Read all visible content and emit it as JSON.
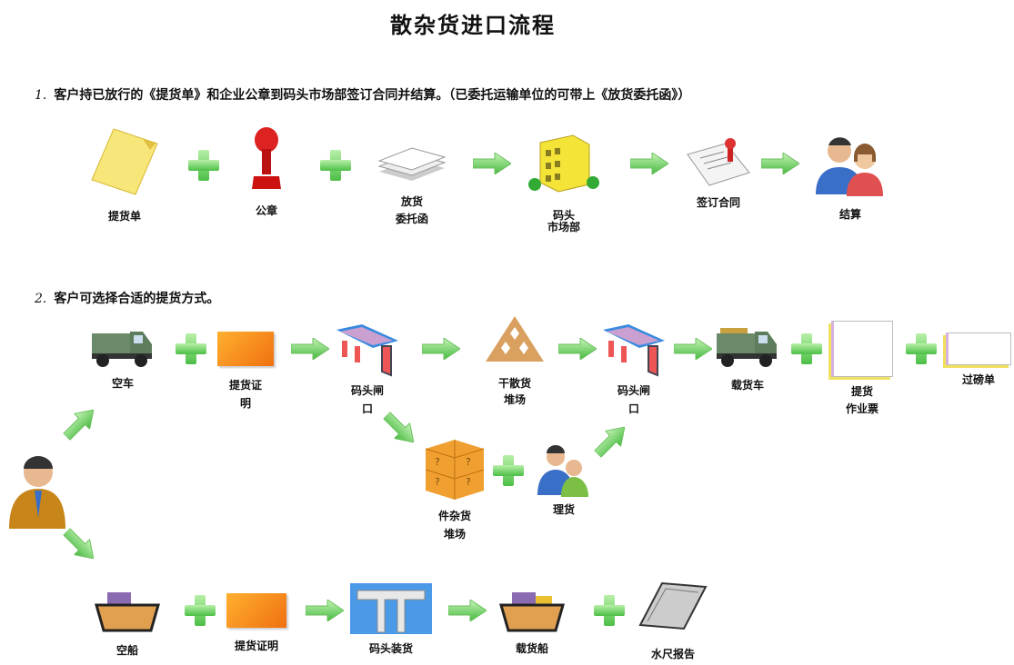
{
  "title": "散杂货进口流程",
  "step1": {
    "num": "1.",
    "text": "客户持已放行的《提货单》和企业公章到码头市场部签订合同并结算。（已委托运输单位的可带上《放货委托函》）"
  },
  "step2": {
    "num": "2.",
    "text": "客户可选择合适的提货方式。"
  },
  "row1": {
    "bill": "提货单",
    "seal": "公章",
    "entrust": [
      "放货",
      "委托函"
    ],
    "market": [
      "码头",
      "市场部"
    ],
    "contract": "签订合同",
    "settle": "结算"
  },
  "truck_route": {
    "empty_truck": "空车",
    "pickup_cert": [
      "提货证",
      "明"
    ],
    "gate1": [
      "码头闸",
      "口"
    ],
    "bulk_yard": [
      "干散货",
      "堆场"
    ],
    "gate2": [
      "码头闸",
      "口"
    ],
    "loaded_truck": "载货车",
    "work_ticket": [
      "提货",
      "作业票"
    ],
    "weigh_bill": "过磅单"
  },
  "general": {
    "yard": [
      "件杂货",
      "堆场"
    ],
    "tally": "理货"
  },
  "ship_route": {
    "empty_ship": "空船",
    "pickup_cert": "提货证明",
    "loading": "码头装货",
    "loaded_ship": "载货船",
    "draft_report": "水尺报告"
  },
  "colors": {
    "green": "#5cc456",
    "orange": "#f59a1e",
    "yellow": "#f2de5a"
  }
}
